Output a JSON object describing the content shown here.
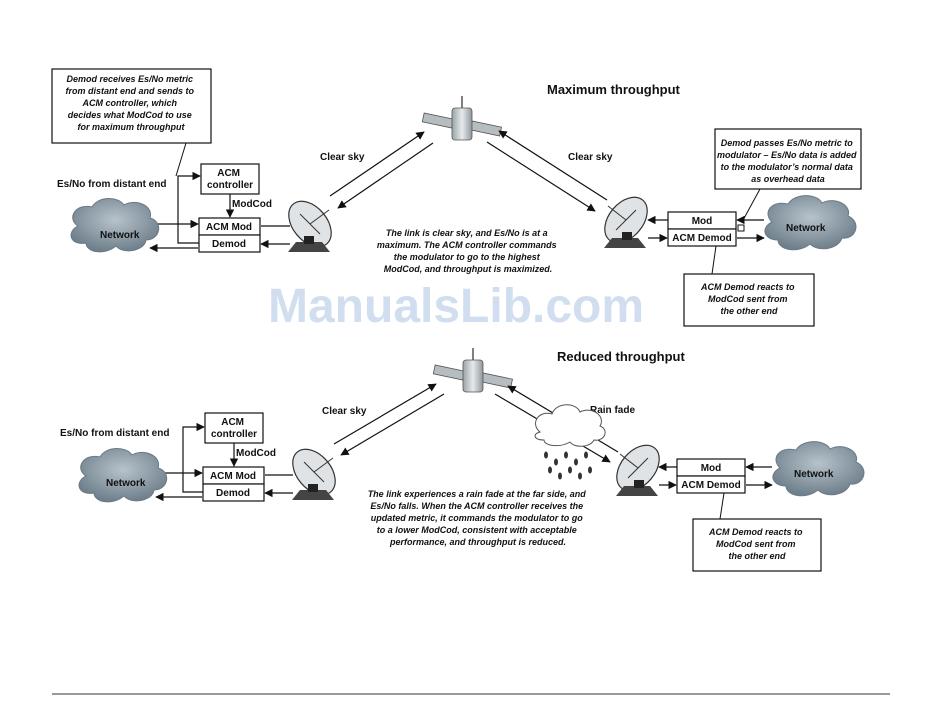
{
  "watermark": "ManualsLib.com",
  "top": {
    "title": "Maximum throughput",
    "callout_left": [
      "Demod receives Es/No metric",
      "from distant end and sends to",
      "ACM controller, which",
      "decides what ModCod to use",
      "for maximum throughput"
    ],
    "esno_label": "Es/No from distant end",
    "acm_controller": [
      "ACM",
      "controller"
    ],
    "modcod": "ModCod",
    "acm_mod": "ACM Mod",
    "demod": "Demod",
    "network_left": "Network",
    "clear_sky_left": "Clear sky",
    "clear_sky_right": "Clear sky",
    "center_text": [
      "The link is clear sky, and Es/No is at a",
      "maximum. The ACM controller commands",
      "the modulator to go to the highest",
      "ModCod, and throughput is maximized."
    ],
    "callout_right": [
      "Demod passes Es/No metric to",
      "modulator – Es/No data is added",
      "to the modulator’s normal data",
      "as overhead data"
    ],
    "mod": "Mod",
    "acm_demod": "ACM Demod",
    "network_right": "Network",
    "callout_bottom_right": [
      "ACM Demod reacts to",
      "ModCod sent from",
      "the other end"
    ]
  },
  "bottom": {
    "title": "Reduced throughput",
    "esno_label": "Es/No from distant end",
    "acm_controller": [
      "ACM",
      "controller"
    ],
    "modcod": "ModCod",
    "acm_mod": "ACM Mod",
    "demod": "Demod",
    "network_left": "Network",
    "clear_sky": "Clear sky",
    "rain_fade": "Rain fade",
    "center_text": [
      "The link experiences a rain fade at the far side, and",
      "Es/No falls. When the ACM controller receives the",
      "updated metric, it commands the modulator to go",
      "to a lower ModCod, consistent with acceptable",
      "performance, and throughput is reduced."
    ],
    "mod": "Mod",
    "acm_demod": "ACM Demod",
    "network_right": "Network",
    "callout_bottom_right": [
      "ACM Demod reacts to",
      "ModCod sent from",
      "the other end"
    ]
  }
}
